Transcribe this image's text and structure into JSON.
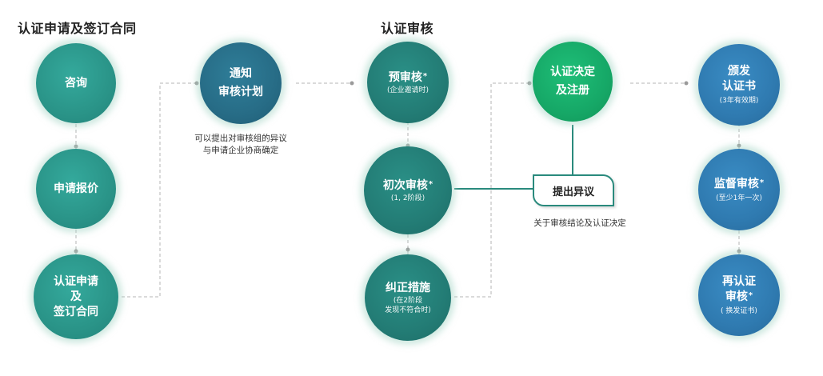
{
  "headings": {
    "left": "认证申请及签订合同",
    "middle": "认证审核"
  },
  "nodes": {
    "consult": {
      "title": "咨询"
    },
    "quote": {
      "title": "申请报价"
    },
    "apply": {
      "line1": "认证申请",
      "line2": "及",
      "line3": "签订合同"
    },
    "notify": {
      "line1": "通知",
      "line2": "审核计划"
    },
    "pre_audit": {
      "title": "预审核",
      "star": "*",
      "sub": "(企业邀请时)"
    },
    "initial_audit": {
      "title": "初次审核",
      "star": "*",
      "sub": "(1, 2阶段)"
    },
    "corrective": {
      "title": "纠正措施",
      "sub1": "(在2阶段",
      "sub2": "发现不符合时)"
    },
    "decision": {
      "line1": "认证决定",
      "line2": "及注册"
    },
    "issue": {
      "line1": "颁发",
      "line2": "认证书",
      "sub": "(3年有效期)"
    },
    "surveillance": {
      "title": "监督审核",
      "star": "*",
      "sub": "(至少1年一次)"
    },
    "recert": {
      "line1": "再认证",
      "line2": "审核",
      "star": "*",
      "sub": "( 换发证书)"
    }
  },
  "notes": {
    "notify_line1": "可以提出对审核组的异议",
    "notify_line2": "与申请企业协商确定",
    "objection_box": "提出异议",
    "objection_note": "关于审核结论及认证决定"
  },
  "colors": {
    "teal": "#2a9488",
    "dark_teal": "#237c75",
    "navy": "#276c86",
    "green": "#16a867",
    "blue": "#2f7ab0",
    "connector": "#b5b5b5",
    "objection_border": "#2a8a7d"
  }
}
